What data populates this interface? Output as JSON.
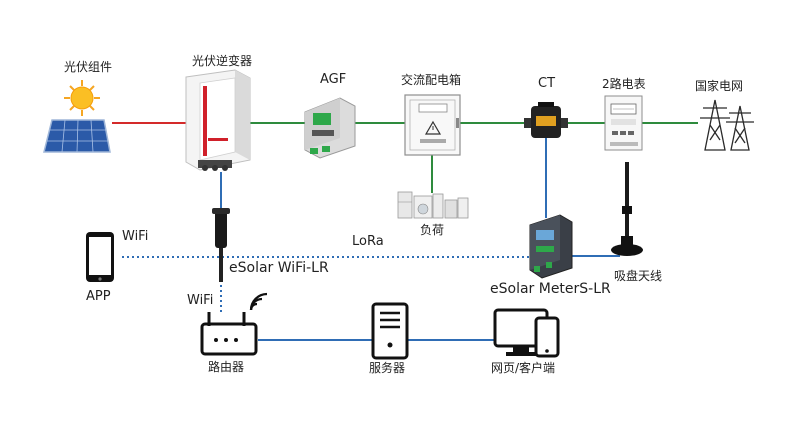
{
  "diagram": {
    "labels": {
      "pv_module": "光伏组件",
      "inverter": "光伏逆变器",
      "agf": "AGF",
      "ac_box": "交流配电箱",
      "ct": "CT",
      "meter": "2路电表",
      "grid": "国家电网",
      "load": "负荷",
      "wifi_left": "WiFi",
      "lora": "LoRa",
      "esolar_wifi": "eSolar WiFi-LR",
      "esolar_meter": "eSolar MeterS-LR",
      "antenna": "吸盘天线",
      "app": "APP",
      "wifi_router": "WiFi",
      "router": "路由器",
      "server": "服务器",
      "web_client": "网页/客户端"
    },
    "colors": {
      "dc_line": "#d42a2a",
      "ac_line": "#2e8b3d",
      "comm_line": "#2f6db5",
      "wireless_line": "#2f6db5"
    }
  }
}
